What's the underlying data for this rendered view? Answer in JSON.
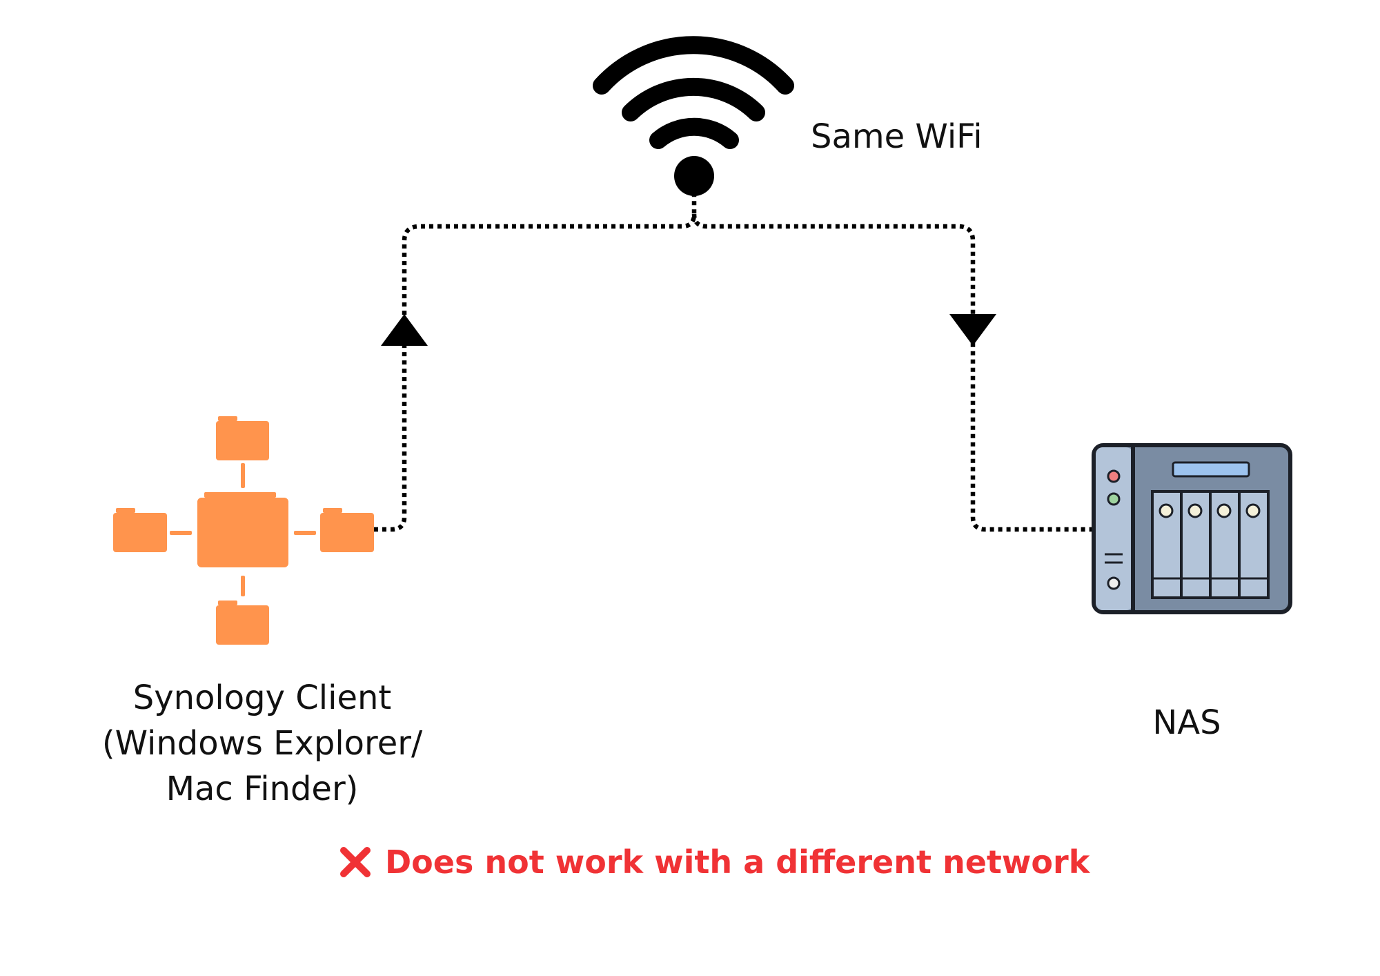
{
  "wifi": {
    "label": "Same WiFi",
    "icon": "wifi-icon"
  },
  "client": {
    "icon": "shared-folders-icon",
    "label_lines": [
      "Synology Client",
      "(Windows Explorer/",
      "Mac Finder)"
    ]
  },
  "nas": {
    "icon": "nas-device-icon",
    "label": "NAS"
  },
  "warning": {
    "icon": "red-cross-icon",
    "text": "Does not work with a different network"
  },
  "colors": {
    "folder": "#ff944d",
    "line": "#000000",
    "nas_body": "#7a8ca3",
    "nas_panel": "#b3c4d9",
    "nas_bar": "#9dc3ee",
    "led_red": "#f08080",
    "led_green": "#9fd39f",
    "warning": "#f03235"
  }
}
